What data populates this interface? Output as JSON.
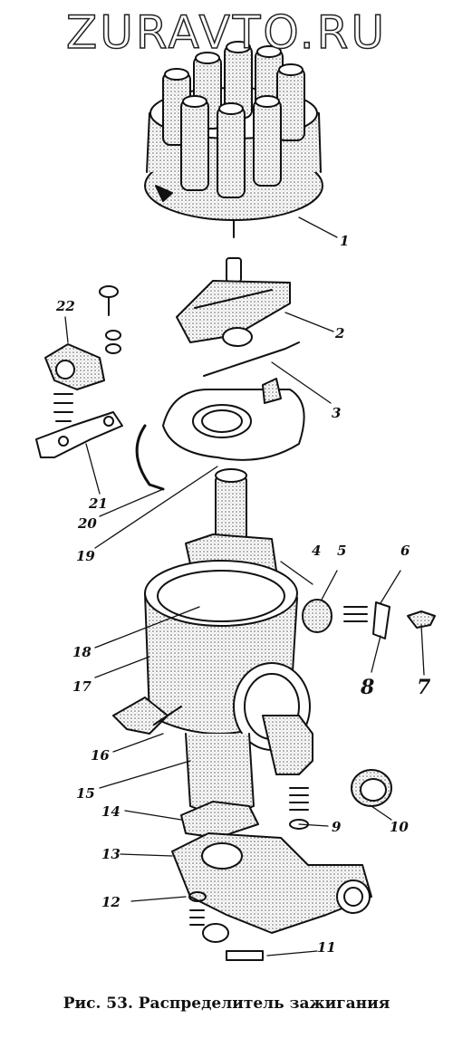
{
  "watermark": "ZURAVTO.RU",
  "caption": "Рис. 53. Распределитель зажигания",
  "parts": {
    "p1": "1",
    "p2": "2",
    "p3": "3",
    "p4": "4",
    "p5": "5",
    "p6": "6",
    "p7": "7",
    "p8": "8",
    "p9": "9",
    "p10": "10",
    "p11": "11",
    "p12": "12",
    "p13": "13",
    "p14": "14",
    "p15": "15",
    "p16": "16",
    "p17": "17",
    "p18": "18",
    "p19": "19",
    "p20": "20",
    "p21": "21",
    "p22": "22"
  }
}
